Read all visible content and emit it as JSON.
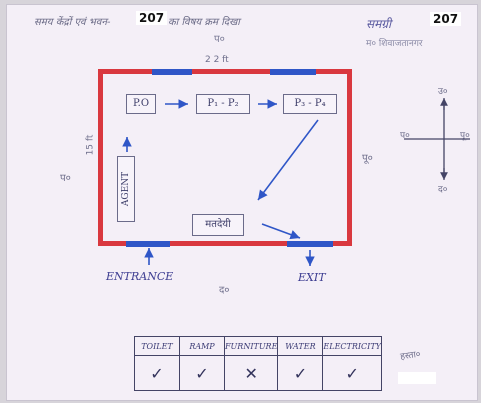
{
  "header": {
    "title": "समय केंद्रों एवं भवन 207 का विषय क्रम दिखा",
    "title_prefix": "समय केंद्रों एवं भवन-",
    "title_number": "207",
    "title_suffix": "का विषय क्रम दिखा",
    "subtitle": "प०",
    "right_heading": "समग्री",
    "right_number": "207",
    "right_sub": "म० शिवाजतानगर"
  },
  "plan": {
    "top_dimension": "2 2 ft",
    "side_dimension": "15 ft",
    "left_mark": "प०",
    "right_mark": "पू०",
    "bottom_mark": "द०",
    "boxes": {
      "po": "P.O",
      "p1p2": "P₁ - P₂",
      "p3p4": "P₃ - P₄",
      "agent": "AGENT",
      "matdeyi": "मतदेयी"
    },
    "entrance": "ENTRANCE",
    "exit": "EXIT"
  },
  "compass": {
    "north": "उ०",
    "south": "द०",
    "east": "पू०",
    "west": "प०"
  },
  "facilities": {
    "headers": [
      "TOILET",
      "RAMP",
      "FURNITURE",
      "WATER",
      "ELECTRICITY"
    ],
    "status": [
      "✓",
      "✓",
      "✕",
      "✓",
      "✓"
    ]
  },
  "signature": "हस्ता०"
}
